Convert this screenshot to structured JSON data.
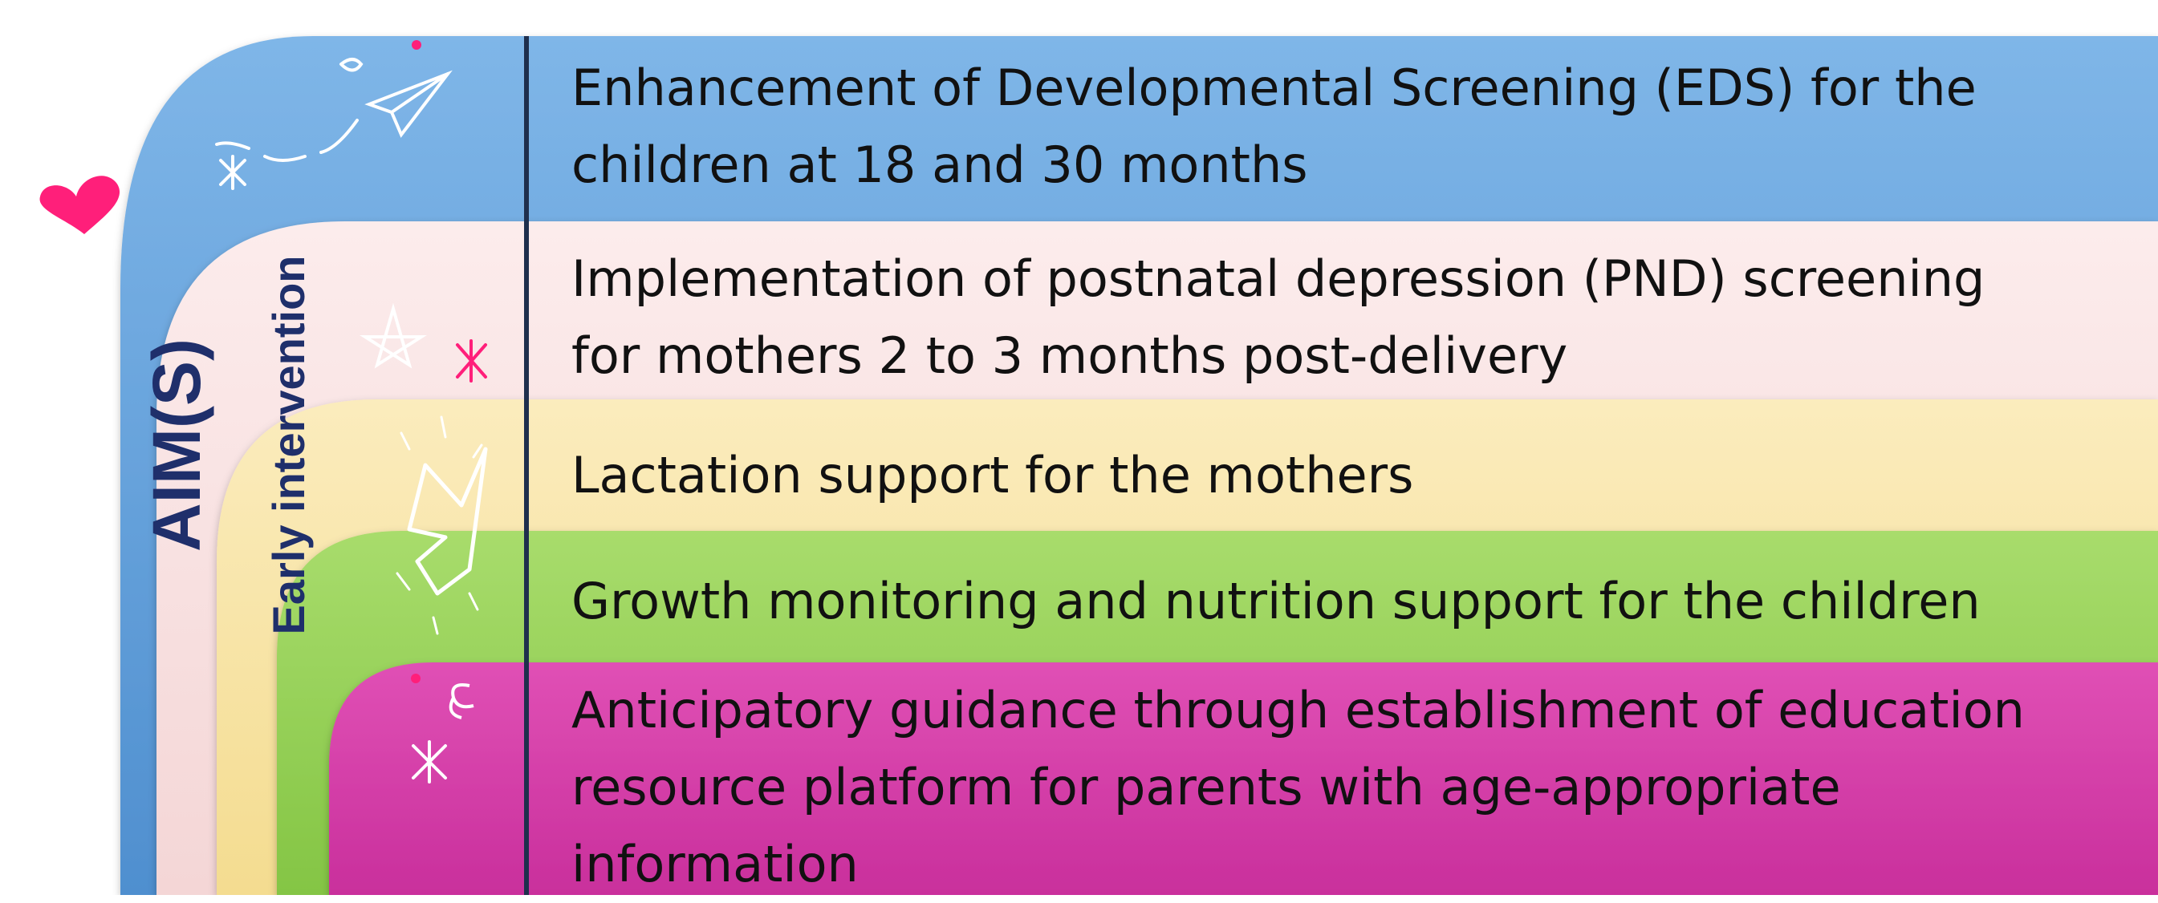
{
  "aims_label": "AIM(S)",
  "early_label": "Early intervention",
  "items": [
    {
      "line1": "Enhancement of Developmental Screening (EDS) for the",
      "line2": "children at 18 and 30 months",
      "color": "#5b9bd5"
    },
    {
      "line1": "Implementation of postnatal depression (PND) screening",
      "line2": "for mothers 2 to 3 months post-delivery",
      "color": "#f8dede"
    },
    {
      "line1": "Lactation support for the mothers",
      "color": "#f7e3a1"
    },
    {
      "line1": "Growth monitoring and nutrition support for the children",
      "color": "#92d050"
    },
    {
      "line1": "Anticipatory guidance through establishment of education",
      "line2": "resource platform for parents with  age-appropriate",
      "line3": "information",
      "color": "#d63aa8"
    }
  ],
  "colors": {
    "divider": "#1f2f4d",
    "accent": "#ff1f7a",
    "label": "#1f2f6b"
  }
}
